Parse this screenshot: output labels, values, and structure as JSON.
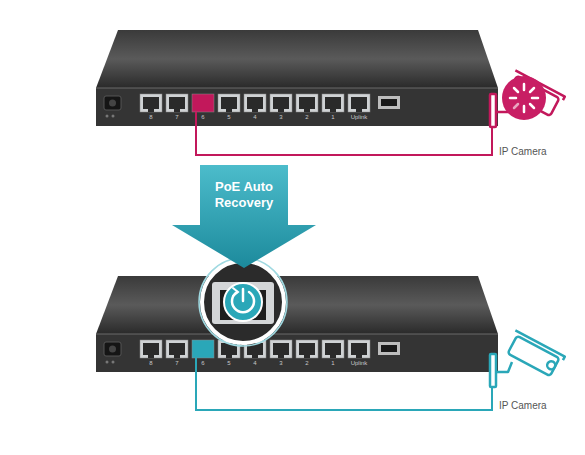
{
  "diagram": {
    "nodes": [
      {
        "text": [
          "IP Camera"
        ]
      },
      {
        "text": [
          "PoE Auto Recovery"
        ]
      },
      {
        "text": [
          "IP Camera"
        ]
      }
    ],
    "labels": [
      "8",
      "7",
      "6",
      "5",
      "4",
      "3",
      "2",
      "1",
      "Uplink",
      "8",
      "7",
      "6",
      "5",
      "4",
      "3",
      "2",
      "1",
      "Uplink"
    ]
  }
}
